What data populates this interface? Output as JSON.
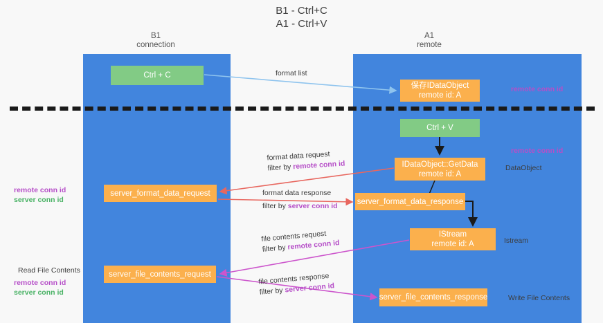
{
  "title": {
    "line1": "B1 - Ctrl+C",
    "line2": "A1 - Ctrl+V"
  },
  "columns": [
    {
      "name": "b1",
      "line1": "B1",
      "line2": "connection",
      "color": "#4285dd"
    },
    {
      "name": "a1",
      "line1": "A1",
      "line2": "remote",
      "color": "#4285dd"
    }
  ],
  "nodes": {
    "ctrl_c": {
      "line1": "Ctrl + C",
      "line2": "",
      "color": "#82cb85"
    },
    "save_idataobject": {
      "line1": "保存IDataObject",
      "line2": "remote id: A",
      "color": "#fbb04d"
    },
    "ctrl_v": {
      "line1": "Ctrl + V",
      "line2": "",
      "color": "#82cb85"
    },
    "getdata": {
      "line1": "IDataObject::GetData",
      "line2": "remote id: A",
      "color": "#fbb04d"
    },
    "server_format_data_request": {
      "line1": "server_format_data_request",
      "line2": "",
      "color": "#fbb04d"
    },
    "server_format_data_response": {
      "line1": "server_format_data_response",
      "line2": "",
      "color": "#fbb04d"
    },
    "istream": {
      "line1": "IStream",
      "line2": "remote id: A",
      "color": "#fbb04d"
    },
    "server_file_contents_request": {
      "line1": "server_file_contents_request",
      "line2": "",
      "color": "#fbb04d"
    },
    "server_file_contents_response": {
      "line1": "server_file_contents_response",
      "line2": "",
      "color": "#fbb04d"
    }
  },
  "edge_captions": {
    "format_list": {
      "line1": "format list",
      "line2": "",
      "line2_highlight": ""
    },
    "format_data_request": {
      "line1": "format data request",
      "line2_prefix": "filter by ",
      "line2_highlight": "remote conn id"
    },
    "format_data_response": {
      "line1": "format data response",
      "line2_prefix": "filter by ",
      "line2_highlight": "server conn id"
    },
    "file_contents_request": {
      "line1": "file contents request",
      "line2_prefix": "filter by ",
      "line2_highlight": "remote conn id"
    },
    "file_contents_response": {
      "line1": "file contents response",
      "line2_prefix": "filter by ",
      "line2_highlight": "server conn id"
    }
  },
  "side_labels": {
    "remote_conn_id_top": "remote conn id",
    "remote_conn_id_mid": "remote conn id",
    "dataobject": "DataObject",
    "istream": "Istream",
    "write_file_contents": "Write File Contents",
    "read_file_contents": "Read File Contents",
    "remote_conn_id_left_mid": "remote conn id",
    "server_conn_id_left_mid": "server conn id",
    "remote_conn_id_left_bot": "remote conn id",
    "server_conn_id_left_bot": "server conn id"
  },
  "colors": {
    "column": "#4285dd",
    "green_node": "#82cb85",
    "orange_node": "#fbb04d",
    "purple_text": "#b64fc8",
    "green_text": "#49b265",
    "arrow_lightblue": "#8fc4ee",
    "arrow_red": "#e8675f",
    "arrow_magenta": "#cc55cc",
    "arrow_black": "#1a1a1a",
    "background": "#f8f8f8"
  }
}
